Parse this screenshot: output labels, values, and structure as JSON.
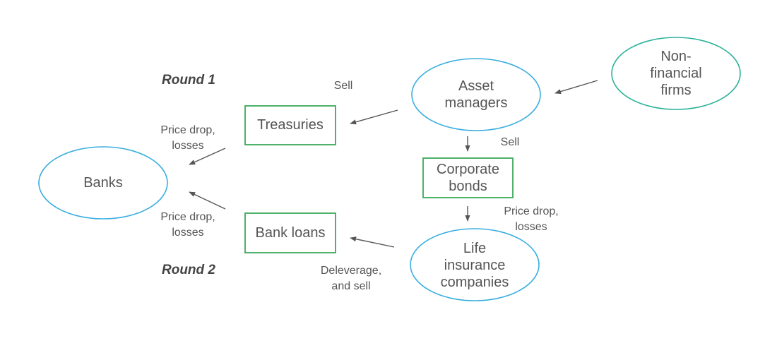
{
  "rounds": {
    "round1": "Round 1",
    "round2": "Round 2"
  },
  "nodes": {
    "banks": "Banks",
    "asset_managers": [
      "Asset",
      "managers"
    ],
    "non_financial_firms": [
      "Non-",
      "financial",
      "firms"
    ],
    "life_insurance": [
      "Life",
      "insurance",
      "companies"
    ],
    "treasuries": "Treasuries",
    "corporate_bonds": [
      "Corporate",
      "bonds"
    ],
    "bank_loans": "Bank loans"
  },
  "edge_labels": {
    "sell_top": "Sell",
    "sell_mid": "Sell",
    "price_drop_upper": [
      "Price drop,",
      "losses"
    ],
    "price_drop_lower": [
      "Price drop,",
      "losses"
    ],
    "price_drop_right": [
      "Price drop,",
      "losses"
    ],
    "deleverage": [
      "Deleverage,",
      "and sell"
    ]
  },
  "colors": {
    "ellipse_blue": "#3aaee0",
    "ellipse_teal": "#2bb29a",
    "box_green": "#3aaa5a",
    "arrow": "#555555",
    "text": "#555555"
  }
}
